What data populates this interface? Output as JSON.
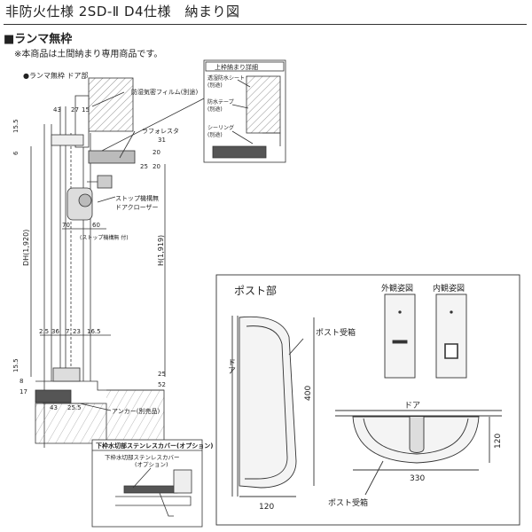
{
  "header": {
    "title": "非防火仕様 2SD-Ⅱ D4仕様　納まり図",
    "section": "■ランマ無枠",
    "note": "※本商品は土間納まり専用商品です。",
    "subtitle": "●ランマ無枠 ドア部"
  },
  "section_view": {
    "labels": {
      "film": "防湿気密フィルム(別途)",
      "lath": "ラフォレスタ",
      "stop": "ストップ機構無",
      "closer": "ドアクローザー",
      "stop_mech": "(ストップ機構無 付)",
      "anchor": "アンカー(別売品)"
    },
    "dims": {
      "d43": "43",
      "d27": "27",
      "d15": "15",
      "d155": "15.5",
      "d620": "6",
      "d20": "20",
      "d25top": "25",
      "d20b": "20",
      "d31": "31",
      "d70": "70",
      "d60": "60",
      "dh": "DH(1,920)",
      "h": "H(1,919)",
      "b25": "2.5",
      "b36": "36",
      "b7": "7",
      "b23": "23",
      "b165": "16.5",
      "s155": "15.5",
      "s17": "17",
      "s8": "8",
      "s25": "25",
      "s52": "52",
      "f43": "43",
      "f255": "25.5"
    }
  },
  "detail_top": {
    "title": "上枠納まり詳細",
    "labels": {
      "sheet": "透湿防水シート",
      "sheet_note": "(別途)",
      "tape": "防水テープ",
      "tape_note": "(別途)",
      "sealing": "シーリング",
      "sealing_note": "(別途)"
    }
  },
  "detail_bottom": {
    "title": "下枠水切部ステンレスカバー(オプション)",
    "label": "下枠水切部ステンレスカバー",
    "label_note": "(オプション)"
  },
  "post": {
    "title": "ポスト部",
    "outside_title": "外観姿図",
    "inside_title": "内観姿図",
    "door_vertical": "ドア",
    "door_horizontal": "ドア",
    "post_label_top": "ポスト受箱",
    "post_label_bottom": "ポスト受箱",
    "dim_400": "400",
    "dim_120_side": "120",
    "dim_120_plan": "120",
    "dim_330": "330"
  }
}
